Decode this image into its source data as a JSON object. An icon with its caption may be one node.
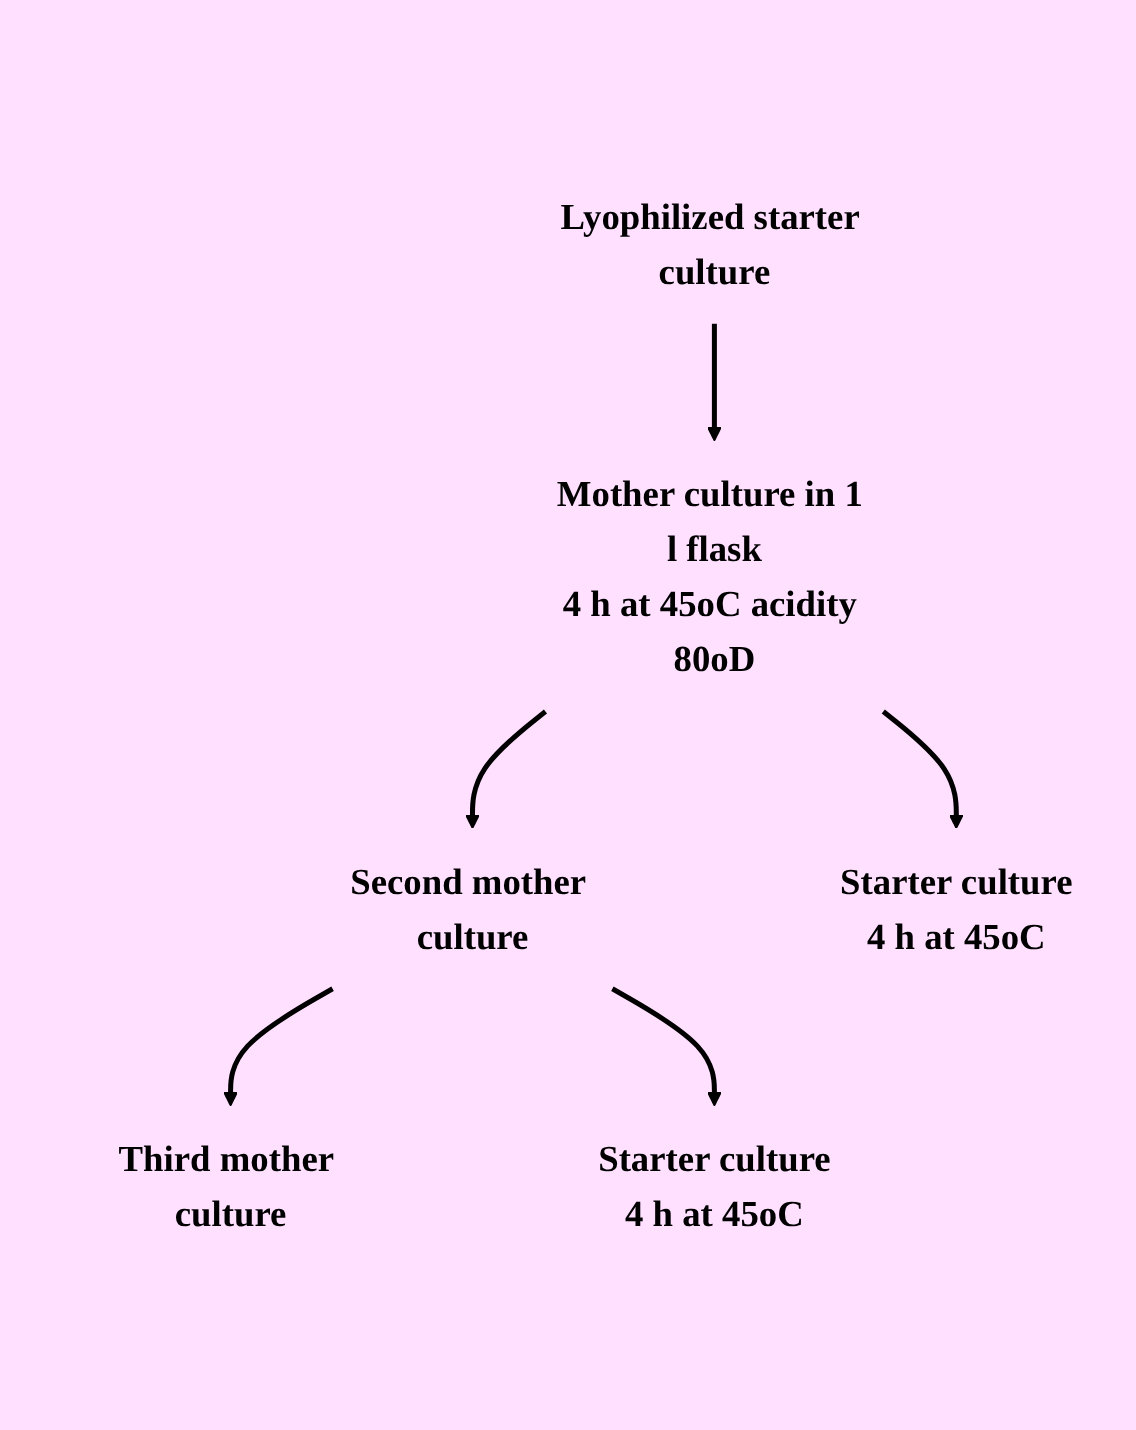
{
  "diagram": {
    "nodes": [
      {
        "text": [
          "Lyophilized starter culture"
        ]
      },
      {
        "text": [
          "Mother culture in 1 l flask"
        ],
        "beside": [
          "4 h at 45oC acidity 80oD"
        ]
      },
      {
        "text": [
          "Second mother culture"
        ]
      },
      {
        "text": [
          "Starter culture"
        ],
        "beside": [
          "4 h at 45oC"
        ]
      },
      {
        "text": [
          "Third mother culture"
        ]
      },
      {
        "text": [
          "Starter culture"
        ],
        "beside": [
          "4 h at 45oC"
        ]
      }
    ],
    "edges": [
      {
        "from": 0,
        "to": 1,
        "arrow": "to"
      },
      {
        "from": 1,
        "to": 2,
        "arrow": "to"
      },
      {
        "from": 1,
        "to": 3,
        "arrow": "to"
      },
      {
        "from": 2,
        "to": 4,
        "arrow": "to"
      },
      {
        "from": 2,
        "to": 5,
        "arrow": "to"
      }
    ]
  }
}
